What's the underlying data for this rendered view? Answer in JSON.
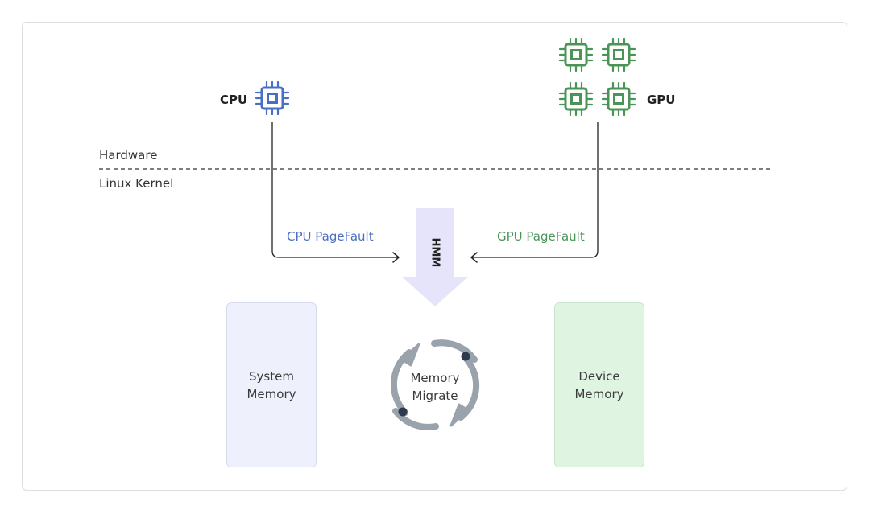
{
  "cpu": {
    "label": "CPU",
    "color": "#4a6fc2"
  },
  "gpu": {
    "label": "GPU",
    "color": "#4a9458"
  },
  "layers": {
    "hardware": "Hardware",
    "kernel": "Linux Kernel"
  },
  "faults": {
    "cpu": {
      "label": "CPU PageFault",
      "color": "#4a6fc2"
    },
    "gpu": {
      "label": "GPU PageFault",
      "color": "#4a9458"
    }
  },
  "hmm": {
    "label": "HMM",
    "color": "#e6e4fa"
  },
  "system_memory": {
    "line1": "System",
    "line2": "Memory"
  },
  "device_memory": {
    "line1": "Device",
    "line2": "Memory"
  },
  "migrate": {
    "line1": "Memory",
    "line2": "Migrate",
    "color": "#9aa2ab"
  },
  "chip_icons": [
    "cpu-chip-icon",
    "gpu-chip-icon"
  ]
}
